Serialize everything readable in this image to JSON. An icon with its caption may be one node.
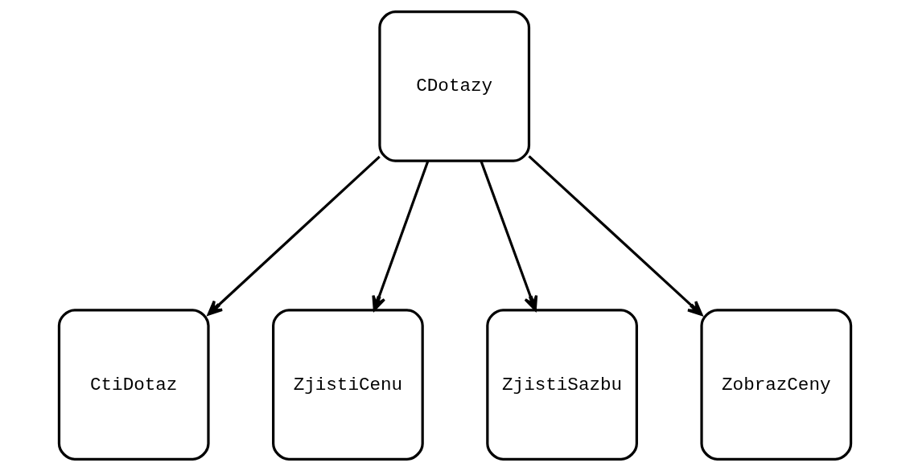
{
  "diagram": {
    "nodes": [
      {
        "text": [
          "CDotazy"
        ]
      },
      {
        "text": [
          "CtiDotaz"
        ]
      },
      {
        "text": [
          "ZjistiCenu"
        ]
      },
      {
        "text": [
          "ZjistiSazbu"
        ]
      },
      {
        "text": [
          "ZobrazCeny"
        ]
      }
    ],
    "edges": [
      {
        "from": 0,
        "to": 1,
        "arrow": "to"
      },
      {
        "from": 0,
        "to": 2,
        "arrow": "to"
      },
      {
        "from": 0,
        "to": 3,
        "arrow": "to"
      },
      {
        "from": 0,
        "to": 4,
        "arrow": "to"
      }
    ]
  }
}
